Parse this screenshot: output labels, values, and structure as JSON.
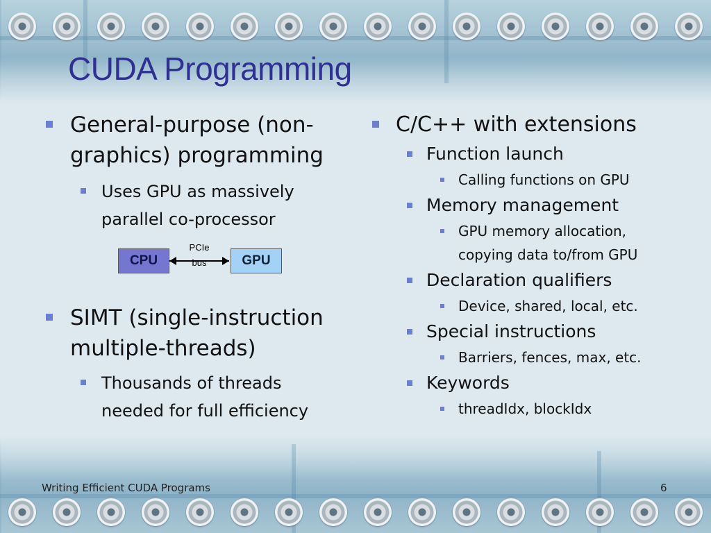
{
  "slide": {
    "title": "CUDA Programming",
    "left_column": [
      {
        "text": "General-purpose (non-graphics) programming",
        "lines": [
          "General-purpose (non-",
          "graphics) programming"
        ],
        "children": [
          {
            "lines": [
              "Uses GPU as massively",
              "parallel co-processor"
            ]
          }
        ]
      },
      {
        "lines": [
          "SIMT (single-instruction",
          "multiple-threads)"
        ],
        "children": [
          {
            "lines": [
              "Thousands of threads",
              "needed for full efficiency"
            ]
          }
        ]
      }
    ],
    "diagram": {
      "cpu_label": "CPU",
      "gpu_label": "GPU",
      "link_label_line1": "PCIe",
      "link_label_line2": "bus",
      "colors": {
        "cpu": "#7476cf",
        "gpu": "#a4d1f6"
      }
    },
    "right_column": {
      "heading": "C/C++ with extensions",
      "items": [
        {
          "label": "Function launch",
          "sub": [
            "Calling functions on GPU"
          ]
        },
        {
          "label": "Memory management",
          "sub": [
            "GPU memory allocation,",
            "copying data to/from GPU"
          ]
        },
        {
          "label": "Declaration qualifiers",
          "sub": [
            "Device, shared, local, etc."
          ]
        },
        {
          "label": "Special instructions",
          "sub": [
            "Barriers, fences, max, etc."
          ]
        },
        {
          "label": "Keywords",
          "sub": [
            "threadIdx, blockIdx"
          ]
        }
      ]
    },
    "footer": {
      "left": "Writing Efficient CUDA Programs",
      "page_number": "6"
    },
    "colors": {
      "title": "#2e3192",
      "bullet": "#6a7fd1"
    }
  }
}
